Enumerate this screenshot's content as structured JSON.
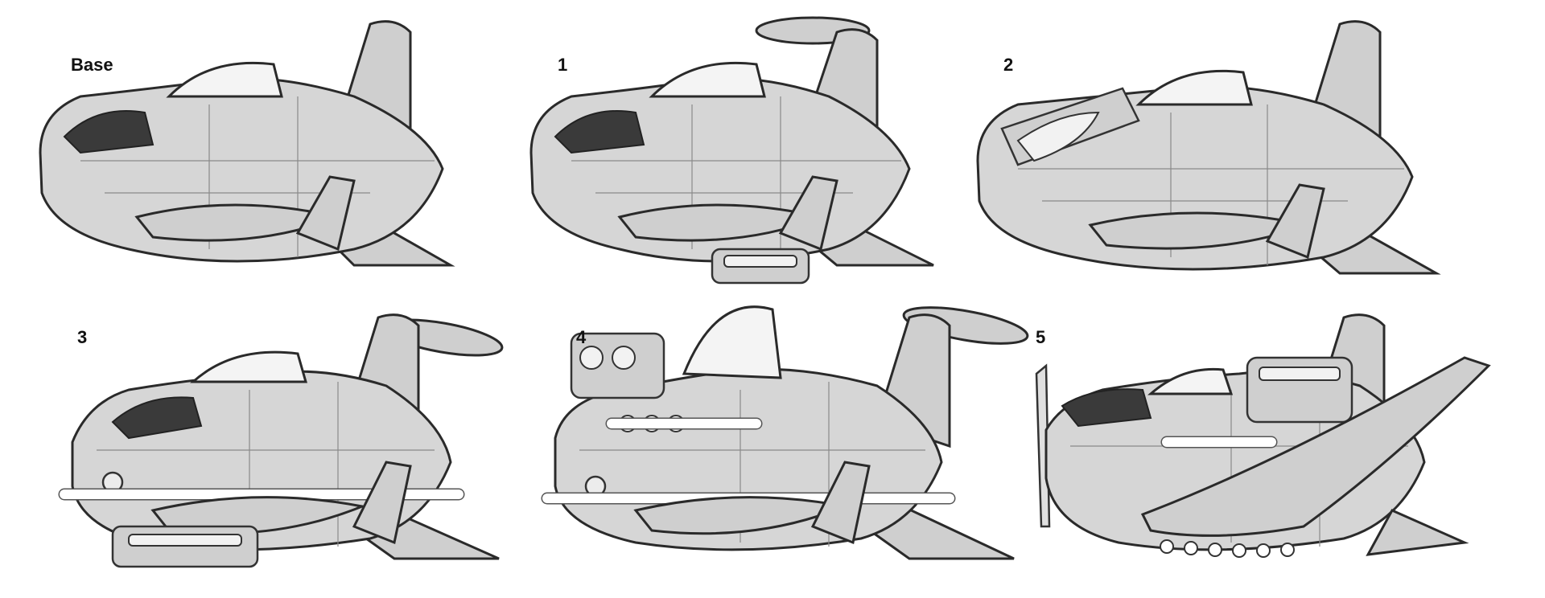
{
  "sheet": {
    "panels": [
      {
        "id": "base",
        "label": "Base"
      },
      {
        "id": "v1",
        "label": "1"
      },
      {
        "id": "v2",
        "label": "2"
      },
      {
        "id": "v3",
        "label": "3"
      },
      {
        "id": "v4",
        "label": "4"
      },
      {
        "id": "v5",
        "label": "5"
      }
    ]
  }
}
